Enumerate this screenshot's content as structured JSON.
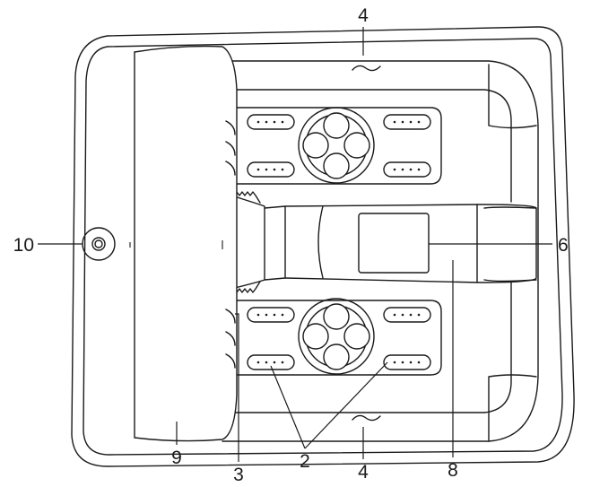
{
  "callouts": {
    "top_4": "4",
    "left_10": "10",
    "right_6": "6",
    "bottom_9": "9",
    "bottom_3": "3",
    "bottom_2": "2",
    "bottom_4": "4",
    "bottom_8": "8"
  }
}
